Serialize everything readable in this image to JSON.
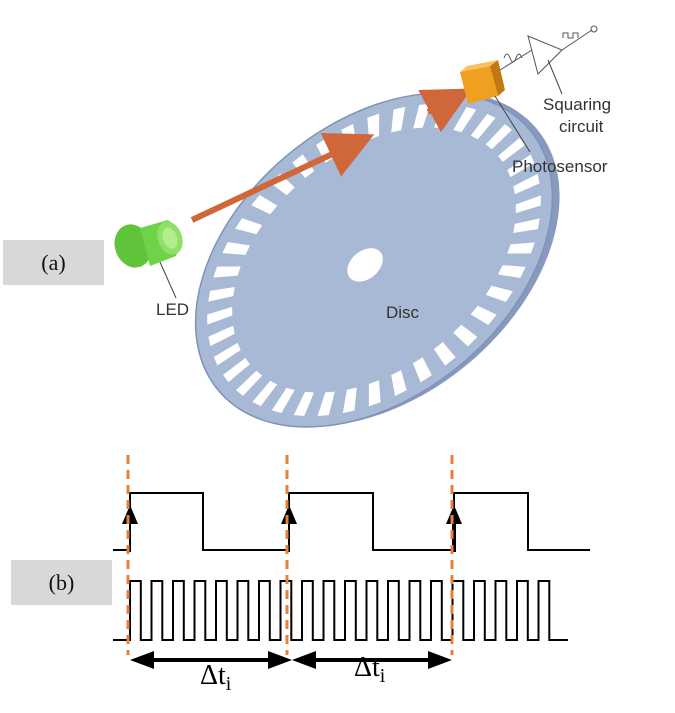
{
  "panels": {
    "a": "(a)",
    "b": "(b)"
  },
  "labels": {
    "squaring_line1": "Squaring",
    "squaring_line2": "circuit",
    "photosensor": "Photosensor",
    "led": "LED",
    "disc": "Disc",
    "delta": "Δt",
    "delta_sub": "i"
  },
  "colors": {
    "disc": "#a8b9d6",
    "disc_edge": "#7f93b8",
    "arrow": "#d0673a",
    "led": "#5fc43a",
    "sensor": "#f0a020",
    "dashed": "#e8803a",
    "signal": "#000000"
  },
  "disc": {
    "slot_count": 40
  },
  "signals": {
    "top_rising_edges": 3,
    "bottom_pulse_count": 20
  }
}
